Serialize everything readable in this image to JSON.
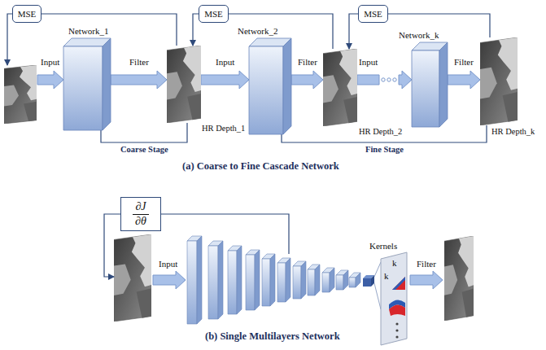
{
  "diagram": {
    "nodes": [
      {
        "text": [
          "MSE"
        ]
      },
      {
        "text": [
          "Network_1"
        ]
      },
      {
        "text": [
          "HR Depth_1"
        ]
      },
      {
        "text": [
          "MSE"
        ]
      },
      {
        "text": [
          "Network_2"
        ]
      },
      {
        "text": [
          "HR Depth_2"
        ]
      },
      {
        "text": [
          "MSE"
        ]
      },
      {
        "text": [
          "Network_k"
        ]
      },
      {
        "text": [
          "HR Depth_k"
        ]
      },
      {
        "text": [
          "∂J ∂θ"
        ]
      },
      {
        "text": [
          "Kernels",
          "k",
          "k"
        ]
      }
    ],
    "edges": [
      {
        "from": 1,
        "to": 2,
        "arrow": "to",
        "label": "Filter"
      },
      {
        "from": 2,
        "to": 4,
        "arrow": "to",
        "label": "Input"
      },
      {
        "from": 4,
        "to": 5,
        "arrow": "to",
        "label": "Filter"
      },
      {
        "from": 5,
        "to": 7,
        "arrow": "to",
        "label": "Input"
      },
      {
        "from": 7,
        "to": 8,
        "arrow": "to",
        "label": "Filter"
      },
      {
        "from": 2,
        "to": 0,
        "arrow": "none"
      },
      {
        "from": 3,
        "to": 2,
        "arrow": "to"
      },
      {
        "from": 5,
        "to": 3,
        "arrow": "none"
      },
      {
        "from": 6,
        "to": 5,
        "arrow": "to"
      },
      {
        "from": 8,
        "to": 6,
        "arrow": "none"
      },
      {
        "from": 1,
        "to": 2,
        "arrow": "none",
        "label": "Coarse Stage"
      },
      {
        "from": 4,
        "to": 8,
        "arrow": "none",
        "label": "Fine Stage"
      }
    ],
    "labels": [
      "Input",
      "(a) Coarse to Fine Cascade Network",
      "Input",
      "Filter",
      "(b) Single Multilayers Network"
    ]
  }
}
